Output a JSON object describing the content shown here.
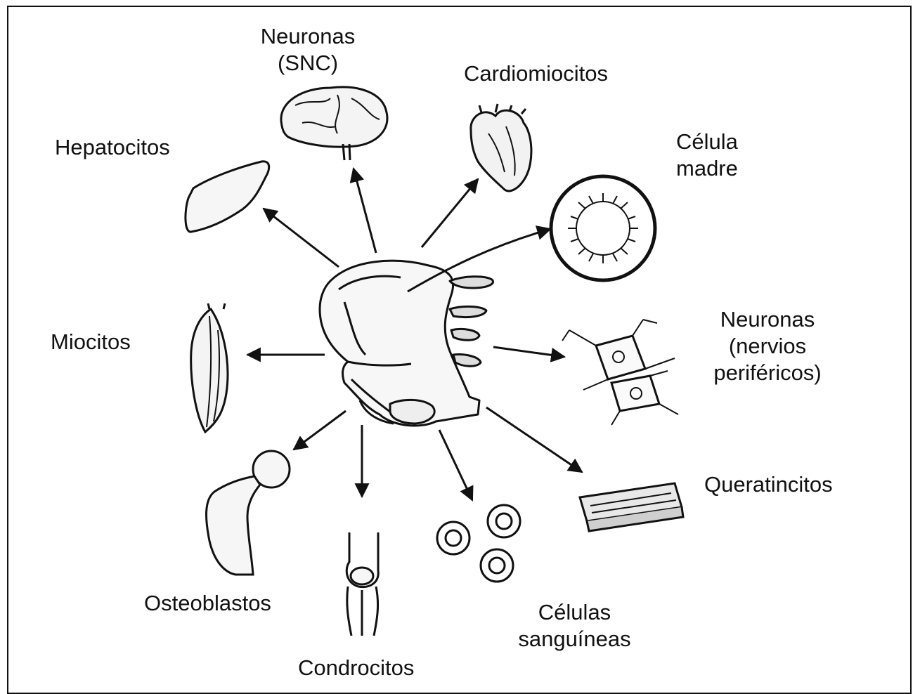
{
  "labels": {
    "neuronas_snc": "Neuronas\n(SNC)",
    "cardiomiocitos": "Cardiomiocitos",
    "hepatocitos": "Hepatocitos",
    "celula_madre": "Célula\nmadre",
    "miocitos": "Miocitos",
    "neuronas_perifericas": "Neuronas\n(nervios\nperiféricos)",
    "queratincitos": "Queratincitos",
    "osteoblastos": "Osteoblastos",
    "condrocitos": "Condrocitos",
    "celulas_sanguineas": "Células\nsanguíneas"
  },
  "colors": {
    "ink": "#111111",
    "background": "#ffffff"
  }
}
